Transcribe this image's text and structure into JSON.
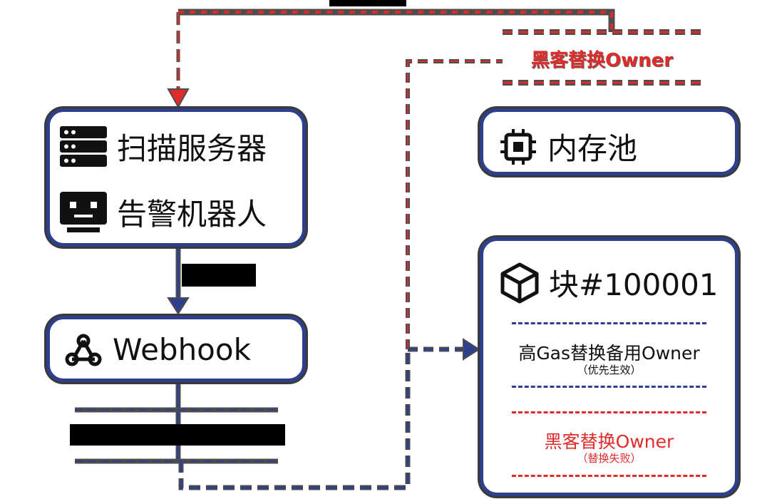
{
  "scan_box": {
    "scan_server": "扫描服务器",
    "alert_bot": "告警机器人"
  },
  "webhook_box": {
    "label": "Webhook"
  },
  "mempool_box": {
    "label": "内存池"
  },
  "block_box": {
    "title": "块#100001",
    "entry1": {
      "title": "高Gas替换备用Owner",
      "note": "（优先生效）"
    },
    "entry2": {
      "title": "黑客替换Owner",
      "note": "（替换失败）"
    }
  },
  "hacker_label": "黑客替换Owner",
  "colors": {
    "blue": "#2e3f8e",
    "red": "#e02b2b",
    "gray": "#4d4d4d"
  }
}
